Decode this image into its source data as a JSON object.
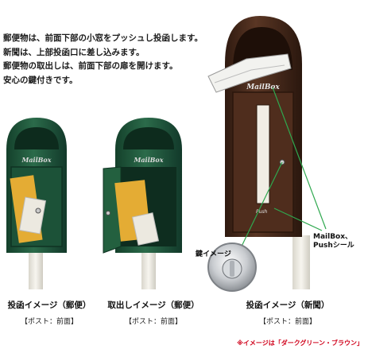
{
  "intro_lines": [
    "郵便物は、前面下部の小窓をプッシュし投函します。",
    "新聞は、上部投函口に差し込みます。",
    "郵便物の取出しは、前面下部の扉を開けます。",
    "安心の鍵付きです。"
  ],
  "images": {
    "left_box_plate": "MailBox",
    "center_box_plate": "MailBox",
    "right_box_plate": "MailBox",
    "right_push_label": "Push"
  },
  "labels": {
    "key_image": "鍵イメージ",
    "mailbox_push_seal": [
      "MailBox、",
      "Pushシール"
    ]
  },
  "captions": [
    {
      "title": "投函イメージ（郵便）",
      "sub": "【ポスト：前面】"
    },
    {
      "title": "取出しイメージ（郵便）",
      "sub": "【ポスト：前面】"
    },
    {
      "title": "投函イメージ（新聞）",
      "sub": "【ポスト：前面】"
    }
  ],
  "note": "※イメージは「ダークグリーン・ブラウン」",
  "colors": {
    "green": "#1f5a3e",
    "brown": "#4a2a1c",
    "envelope": "#e8b43c",
    "note_red": "#d0021b",
    "pointer_green": "#2fa84f"
  }
}
